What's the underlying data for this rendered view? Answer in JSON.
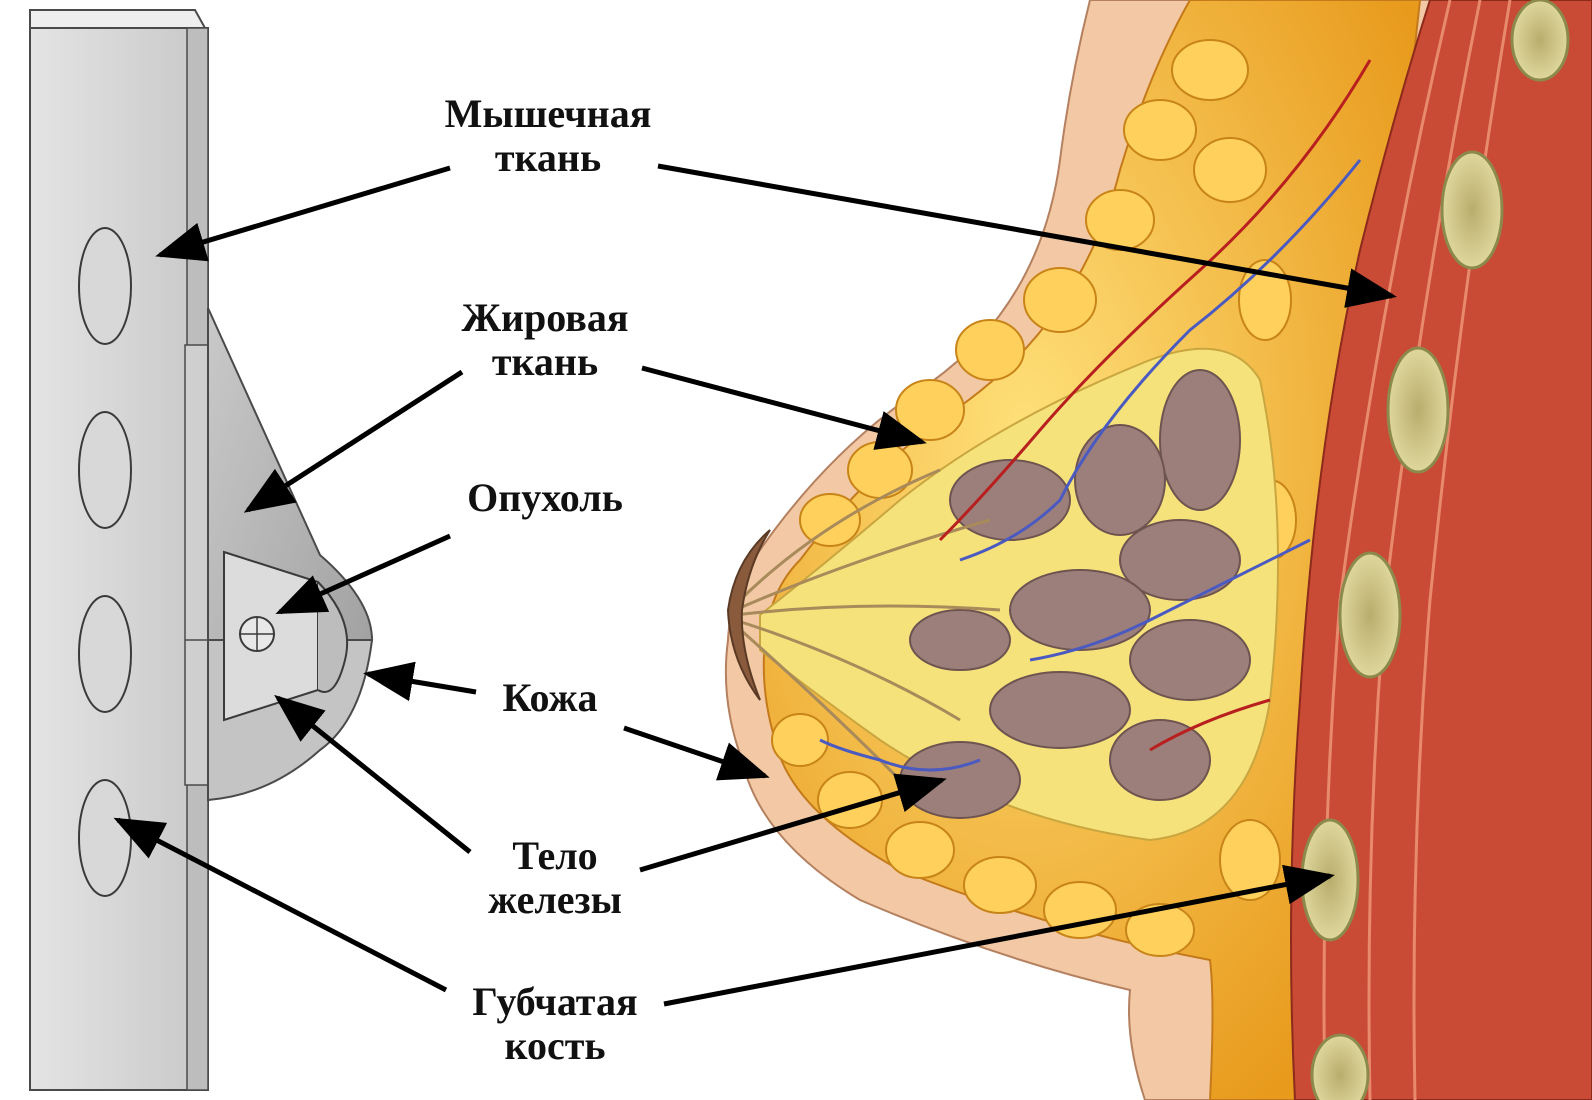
{
  "labels": {
    "muscle": [
      "Мышечная",
      "ткань"
    ],
    "fat": [
      "Жировая",
      "ткань"
    ],
    "tumor": [
      "Опухоль"
    ],
    "skin": [
      "Кожа"
    ],
    "gland": [
      "Тело",
      "железы"
    ],
    "bone": [
      "Губчатая",
      "кость"
    ]
  },
  "colors": {
    "model_fill": "#d6d6d6",
    "model_edge": "#4a4a4a",
    "skin": "#f2c9a4",
    "fat": "#f5b431",
    "gland": "#9c7f7a",
    "muscle": "#c94a35",
    "rib": "#d8cf8a",
    "arrow": "#000000"
  }
}
